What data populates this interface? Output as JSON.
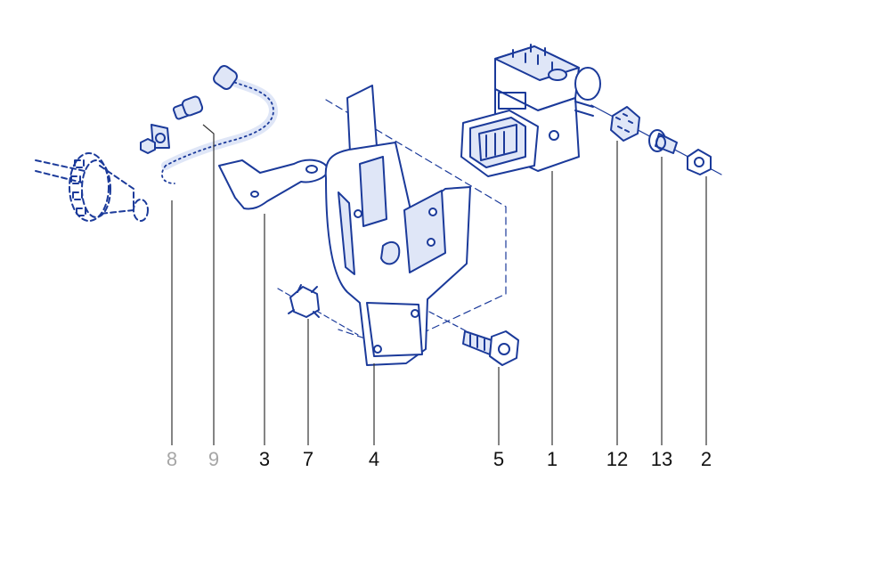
{
  "colors": {
    "line": "#1b3a9a",
    "fill": "#dfe6f7",
    "label": "#111111",
    "label_muted": "#a6a6a6",
    "leader": "#333333"
  },
  "callouts": [
    {
      "id": "8",
      "label": "8",
      "muted": true
    },
    {
      "id": "9",
      "label": "9",
      "muted": true
    },
    {
      "id": "3",
      "label": "3",
      "muted": false
    },
    {
      "id": "7",
      "label": "7",
      "muted": false
    },
    {
      "id": "4",
      "label": "4",
      "muted": false
    },
    {
      "id": "5",
      "label": "5",
      "muted": false
    },
    {
      "id": "1",
      "label": "1",
      "muted": false
    },
    {
      "id": "12",
      "label": "12",
      "muted": false
    },
    {
      "id": "13",
      "label": "13",
      "muted": false
    },
    {
      "id": "2",
      "label": "2",
      "muted": false
    }
  ]
}
